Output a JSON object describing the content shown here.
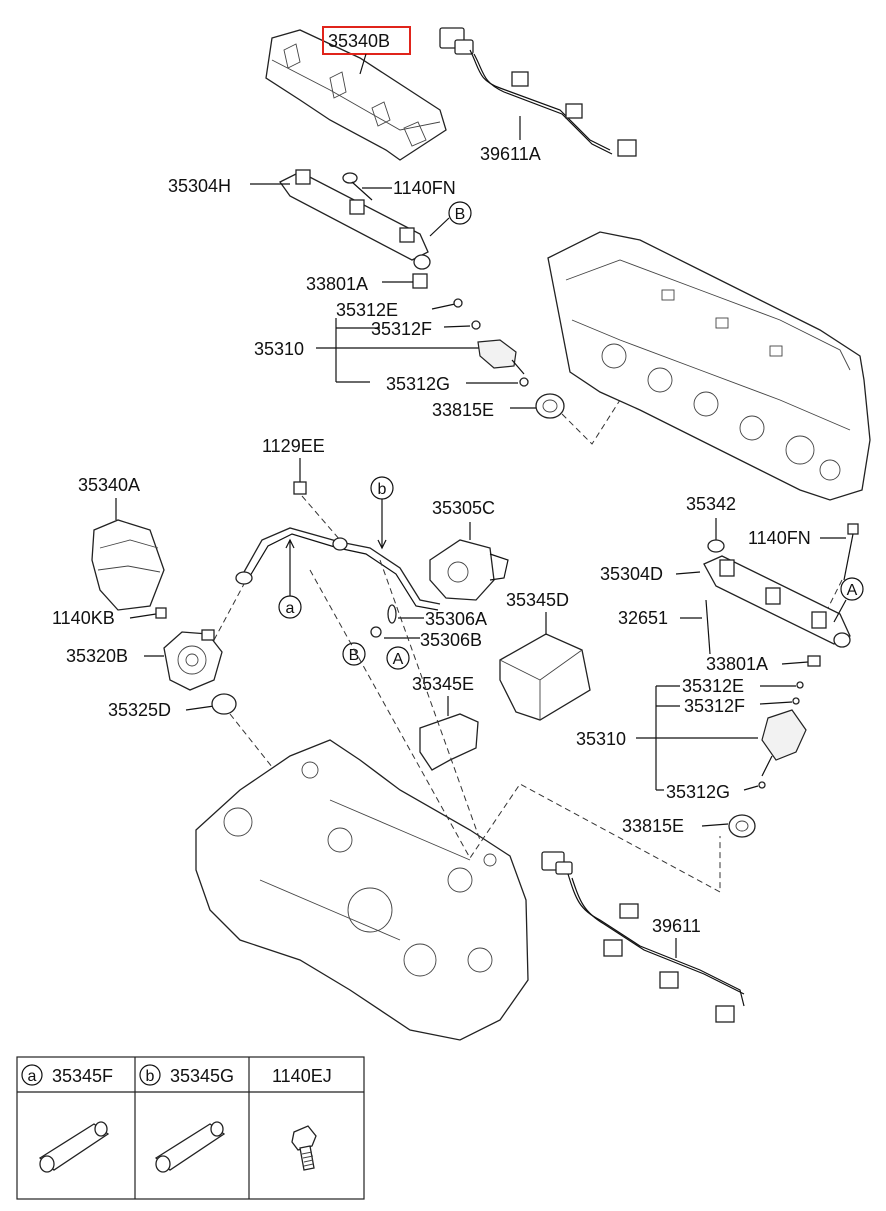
{
  "highlighted_part": "35340B",
  "labels": {
    "p35340B": "35340B",
    "p39611A": "39611A",
    "p35304H": "35304H",
    "p1140FN_top": "1140FN",
    "p33801A_top": "33801A",
    "p35312E_top": "35312E",
    "p35312F_top": "35312F",
    "p35310_top": "35310",
    "p35312G_top": "35312G",
    "p33815E_top": "33815E",
    "p1129EE": "1129EE",
    "p35340A": "35340A",
    "p35305C": "35305C",
    "p35342": "35342",
    "p1140FN_right": "1140FN",
    "p35304D": "35304D",
    "p32651": "32651",
    "p1140KB": "1140KB",
    "p35320B": "35320B",
    "p35306A": "35306A",
    "p35306B": "35306B",
    "p35345D": "35345D",
    "p35345E": "35345E",
    "p35325D": "35325D",
    "p33801A_right": "33801A",
    "p35312E_right": "35312E",
    "p35312F_right": "35312F",
    "p35310_right": "35310",
    "p35312G_right": "35312G",
    "p33815E_right": "33815E",
    "p39611": "39611"
  },
  "callouts": {
    "B_top": "B",
    "b_hose": "b",
    "a_hose": "a",
    "A_right": "A",
    "B_lower": "B",
    "A_lower": "A"
  },
  "table": {
    "columns": [
      {
        "marker": "a",
        "part": "35345F"
      },
      {
        "marker": "b",
        "part": "35345G"
      },
      {
        "marker": "",
        "part": "1140EJ"
      }
    ]
  },
  "colors": {
    "highlight": "#e0241b",
    "ink": "#111111"
  }
}
